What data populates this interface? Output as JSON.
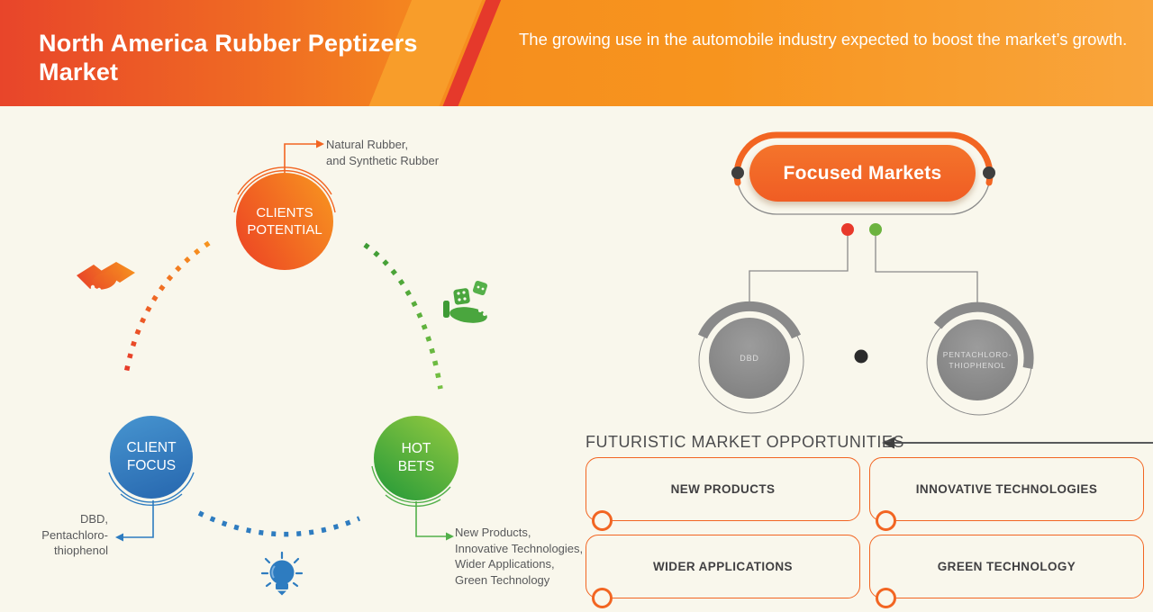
{
  "header": {
    "title": "North America Rubber Peptizers Market",
    "subtitle": "The growing use in the automobile industry expected to boost the market’s growth."
  },
  "cycle": {
    "nodes": [
      {
        "id": "clients-potential",
        "label": "CLIENTS POTENTIAL",
        "annotation": "Natural Rubber,\nand Synthetic Rubber",
        "color": "#f26522",
        "icon": "handshake-icon"
      },
      {
        "id": "client-focus",
        "label": "CLIENT FOCUS",
        "annotation": "DBD,\nPentachloro-\nthiophenol",
        "color": "#2e7cc0",
        "icon": "lightbulb-icon"
      },
      {
        "id": "hot-bets",
        "label": "HOT BETS",
        "annotation": "New Products,\nInnovative Technologies,\nWider Applications,\nGreen Technology",
        "color": "#52b04a",
        "icon": "dice-hand-icon"
      }
    ]
  },
  "focused_markets": {
    "title": "Focused Markets",
    "accent_color": "#f26522",
    "marker_colors": {
      "left": "#e8392b",
      "right": "#6cb33f"
    },
    "children": [
      {
        "label": "DBD"
      },
      {
        "label": "PENTACHLORO-\nTHIOPHENOL"
      }
    ]
  },
  "opportunities": {
    "heading": "FUTURISTIC MARKET OPPORTUNITIES",
    "items": [
      "NEW PRODUCTS",
      "INNOVATIVE TECHNOLOGIES",
      "WIDER APPLICATIONS",
      "GREEN TECHNOLOGY"
    ]
  }
}
